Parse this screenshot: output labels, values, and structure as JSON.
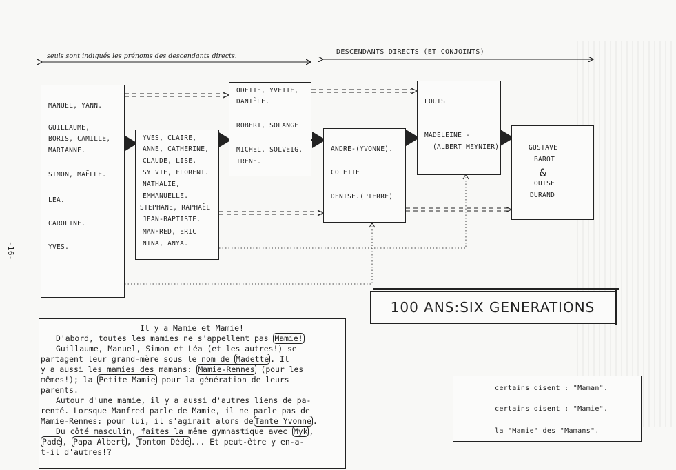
{
  "header": {
    "left_note": "seuls sont indiqués les prénoms des descendants directs.",
    "right_note": "DESCENDANTS DIRECTS (ET CONJOINTS)"
  },
  "page_number": "-16-",
  "boxes": {
    "gen6": [
      "MANUEL, YANN.",
      "GUILLAUME,",
      "BORIS, CAMILLE,",
      "MARIANNE.",
      "SIMON, MAËLLE.",
      "LÉA.",
      "CAROLINE.",
      "YVES."
    ],
    "gen5": [
      "YVES, CLAIRE,",
      "ANNE, CATHERINE,",
      "CLAUDE, LISE.",
      "SYLVIE, FLORENT.",
      "NATHALIE,",
      "EMMANUELLE.",
      "STEPHANE, RAPHAËL",
      "JEAN-BAPTISTE.",
      "MANFRED, ERIC",
      "NINA, ANYA."
    ],
    "gen4": [
      "ODETTE, YVETTE,",
      "DANIÈLE.",
      "ROBERT, SOLANGE",
      "MICHEL, SOLVEIG,",
      "IRENE."
    ],
    "gen3": [
      "ANDRÉ-(YVONNE).",
      "COLETTE",
      "DENISE.(PIERRE)"
    ],
    "gen2": [
      "LOUIS",
      "MADELEINE -",
      "(ALBERT MEYNIER)"
    ],
    "gen1": [
      "GUSTAVE",
      "BAROT",
      "&",
      "LOUISE",
      "DURAND"
    ]
  },
  "title": "100 ANS:SIX GENERATIONS",
  "story": {
    "lines": [
      [
        "Il y a Mamie et Mamie!"
      ],
      [
        "D'abord, toutes les mamies ne s'appellent pas ",
        {
          "c": "Mamie!"
        }
      ],
      [
        "Guillaume, Manuel, Simon et Léa (et les autres!) se"
      ],
      [
        "partagent leur grand-mère sous le nom de ",
        {
          "c": "Madette"
        },
        ". Il"
      ],
      [
        "y a aussi les mamies des mamans: ",
        {
          "c": "Mamie-Rennes"
        },
        " (pour les"
      ],
      [
        "mêmes!); la ",
        {
          "c": "Petite Mamie"
        },
        " pour la génération de leurs"
      ],
      [
        "parents."
      ],
      [
        "Autour d'une mamie, il y a aussi d'autres liens de pa-"
      ],
      [
        "renté. Lorsque Manfred parle de Mamie, il ne parle pas de"
      ],
      [
        "Mamie-Rennes: pour lui, il s'agirait alors de",
        {
          "c": "Tante Yvonne"
        },
        "."
      ],
      [
        "Du côté masculin, faites la même gymnastique avec ",
        {
          "c": "Myk"
        },
        ","
      ],
      [
        {
          "c": "Padé"
        },
        ", ",
        {
          "c": "Papa Albert"
        },
        ", ",
        {
          "c": "Tonton Dédé"
        },
        "... Et peut-être y en-a-"
      ],
      [
        "t-il d'autres!?"
      ]
    ]
  },
  "legend": [
    {
      "arrow": "solid-arrow",
      "label": "certains disent : \"Maman\"."
    },
    {
      "arrow": "double-dashed-arrow",
      "label": "certains disent : \"Mamie\"."
    },
    {
      "arrow": "dotted-arrow",
      "label": "la \"Mamie\" des \"Mamans\"."
    }
  ]
}
